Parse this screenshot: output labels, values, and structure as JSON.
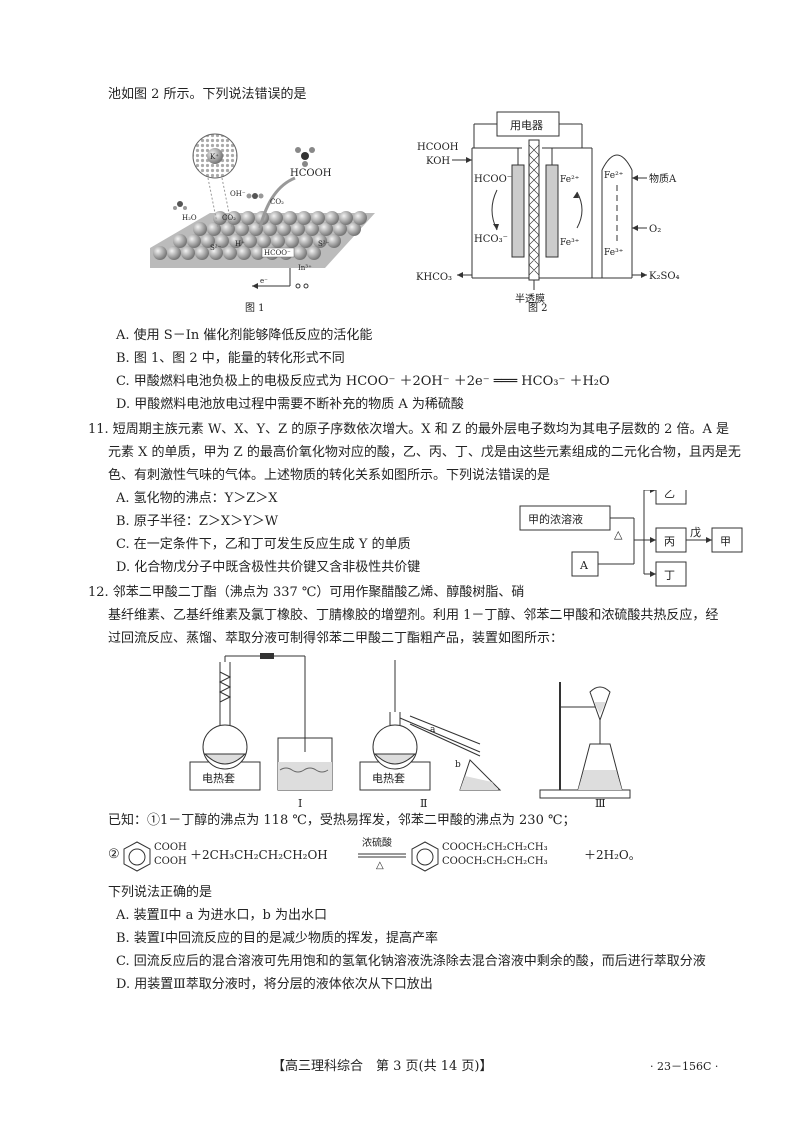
{
  "intro_line": "池如图 2 所示。下列说法错误的是",
  "fig1": {
    "caption": "图 1",
    "labels": {
      "k": "K⁺",
      "oh": "OH⁻",
      "hcooh": "HCOOH",
      "co2": "CO₂",
      "h2o": "H₂O",
      "co2b": "CO₂",
      "s": "S²⁻",
      "h": "H⁺",
      "hcoo": "HCOO⁻",
      "s2": "S²⁻",
      "in": "In³⁺",
      "e": "e⁻"
    }
  },
  "fig2": {
    "caption": "图 2",
    "appliance": "用电器",
    "membrane": "半透膜",
    "labels": {
      "hcooh": "HCOOH",
      "koh": "KOH",
      "hcoo": "HCOO⁻",
      "hco3": "HCO₃⁻",
      "khco3": "KHCO₃",
      "fe2": "Fe²⁺",
      "fe3": "Fe³⁺",
      "fe2b": "Fe²⁺",
      "fe3b": "Fe³⁺",
      "substance_a": "物质A",
      "o2": "O₂",
      "k2so4": "K₂SO₄"
    }
  },
  "q10_options": [
    "A. 使用 S－In 催化剂能够降低反应的活化能",
    "B. 图 1、图 2 中，能量的转化形式不同",
    "C. 甲酸燃料电池负极上的电极反应式为 HCOO⁻ ＋2OH⁻ ＋2e⁻ ═══ HCO₃⁻ ＋H₂O",
    "D. 甲酸燃料电池放电过程中需要不断补充的物质 A 为稀硫酸"
  ],
  "q11": {
    "stem": [
      "11. 短周期主族元素 W、X、Y、Z 的原子序数依次增大。X 和 Z 的最外层电子数均为其电子层数的 2 倍。A 是",
      "元素 X 的单质，甲为 Z 的最高价氧化物对应的酸，乙、丙、丁、戊是由这些元素组成的二元化合物，且丙是无",
      "色、有刺激性气味的气体。上述物质的转化关系如图所示。下列说法错误的是"
    ],
    "options": [
      "A. 氢化物的沸点：Y＞Z＞X",
      "B. 原子半径：Z＞X＞Y＞W",
      "C. 在一定条件下，乙和丁可发生反应生成 Y 的单质",
      "D. 化合物戊分子中既含极性共价键又含非极性共价键"
    ],
    "diagram": {
      "jia_conc": "甲的浓溶液",
      "a": "A",
      "heat": "△",
      "yi": "乙",
      "bing": "丙",
      "ding": "丁",
      "wu": "戊",
      "jia": "甲"
    }
  },
  "q12": {
    "stem": [
      "12. 邻苯二甲酸二丁酯（沸点为 337 ℃）可用作聚醋酸乙烯、醇酸树脂、硝",
      "基纤维素、乙基纤维素及氯丁橡胶、丁腈橡胶的增塑剂。利用 1－丁醇、邻苯二甲酸和浓硫酸共热反应，经",
      "过回流反应、蒸馏、萃取分液可制得邻苯二甲酸二丁酯粗产品，装置如图所示："
    ],
    "apparatus": {
      "heater1": "电热套",
      "heater2": "电热套",
      "a": "a",
      "b": "b",
      "label1": "Ⅰ",
      "label2": "Ⅱ",
      "label3": "Ⅲ"
    },
    "known1": "已知：①1－丁醇的沸点为 118 ℃，受热易挥发，邻苯二甲酸的沸点为 230 ℃；",
    "eq": {
      "num": "②",
      "cooh1": "COOH",
      "cooh2": "COOH",
      "reactant2": "＋2CH₃CH₂CH₂CH₂OH",
      "catalyst": "浓硫酸",
      "cond": "△",
      "ester1": "COOCH₂CH₂CH₂CH₃",
      "ester2": "COOCH₂CH₂CH₂CH₃",
      "product2": "＋2H₂O。"
    },
    "question": "下列说法正确的是",
    "options": [
      "A. 装置Ⅱ中 a 为进水口，b 为出水口",
      "B. 装置Ⅰ中回流反应的目的是减少物质的挥发，提高产率",
      "C. 回流反应后的混合溶液可先用饱和的氢氧化钠溶液洗涤除去混合溶液中剩余的酸，而后进行萃取分液",
      "D. 用装置Ⅲ萃取分液时，将分层的液体依次从下口放出"
    ]
  },
  "footer": {
    "center": "【高三理科综合　第 3 页(共 14 页)】",
    "right": "· 23－156C ·"
  }
}
